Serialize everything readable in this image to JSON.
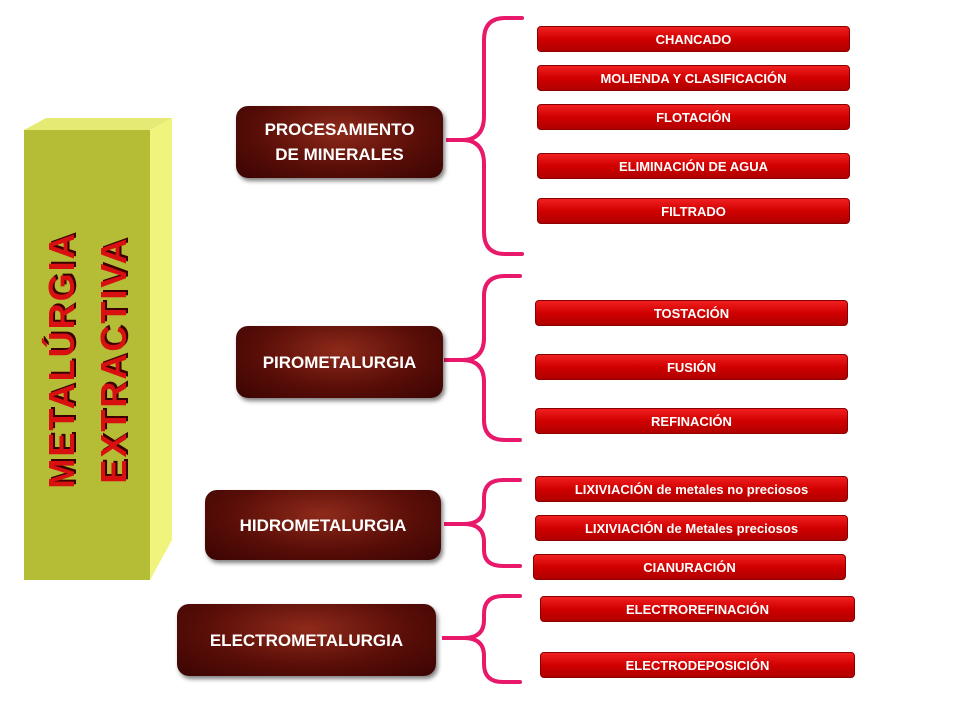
{
  "pillar": {
    "line1": "METALÚRGIA",
    "line2": "EXTRACTIVA"
  },
  "groups": [
    {
      "label": "PROCESAMIENTO\nDE MINERALES",
      "items": [
        "CHANCADO",
        "MOLIENDA Y CLASIFICACIÓN",
        "FLOTACIÓN",
        "ELIMINACIÓN DE AGUA",
        "FILTRADO"
      ]
    },
    {
      "label": "PIROMETALURGIA",
      "items": [
        "TOSTACIÓN",
        "FUSIÓN",
        "REFINACIÓN"
      ]
    },
    {
      "label": "HIDROMETALURGIA",
      "items": [
        "LIXIVIACIÓN de metales no preciosos",
        "LIXIVIACIÓN de Metales preciosos",
        "CIANURACIÓN"
      ]
    },
    {
      "label": "ELECTROMETALURGIA",
      "items": [
        "ELECTROREFINACIÓN",
        "ELECTRODEPOSICIÓN"
      ]
    }
  ],
  "colors": {
    "pillar_front": "#b8bf3a",
    "pillar_top": "#e8ee7a",
    "pillar_side": "#f2f57e",
    "title_fill": "#d81010",
    "category_fill": "#5a0e08",
    "subitem_fill": "#d00000",
    "connector": "#e8186a"
  }
}
